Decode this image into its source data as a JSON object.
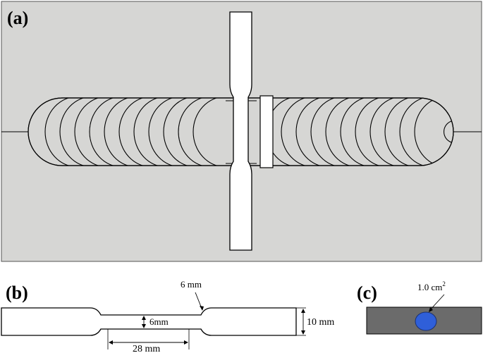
{
  "figure": {
    "panel_a": {
      "label": "(a)",
      "plate_color": "#d6d6d4"
    },
    "panel_b": {
      "label": "(b)",
      "dim_radius": "6 mm",
      "dim_gauge_width": "6mm",
      "dim_total_width": "10 mm",
      "dim_gauge_length": "28 mm"
    },
    "panel_c": {
      "label": "(c)",
      "area": "1.0 cm",
      "area_superscript": "2",
      "bar_color": "#6b6b6b",
      "ellipse_color": "#2f5fd9"
    }
  }
}
